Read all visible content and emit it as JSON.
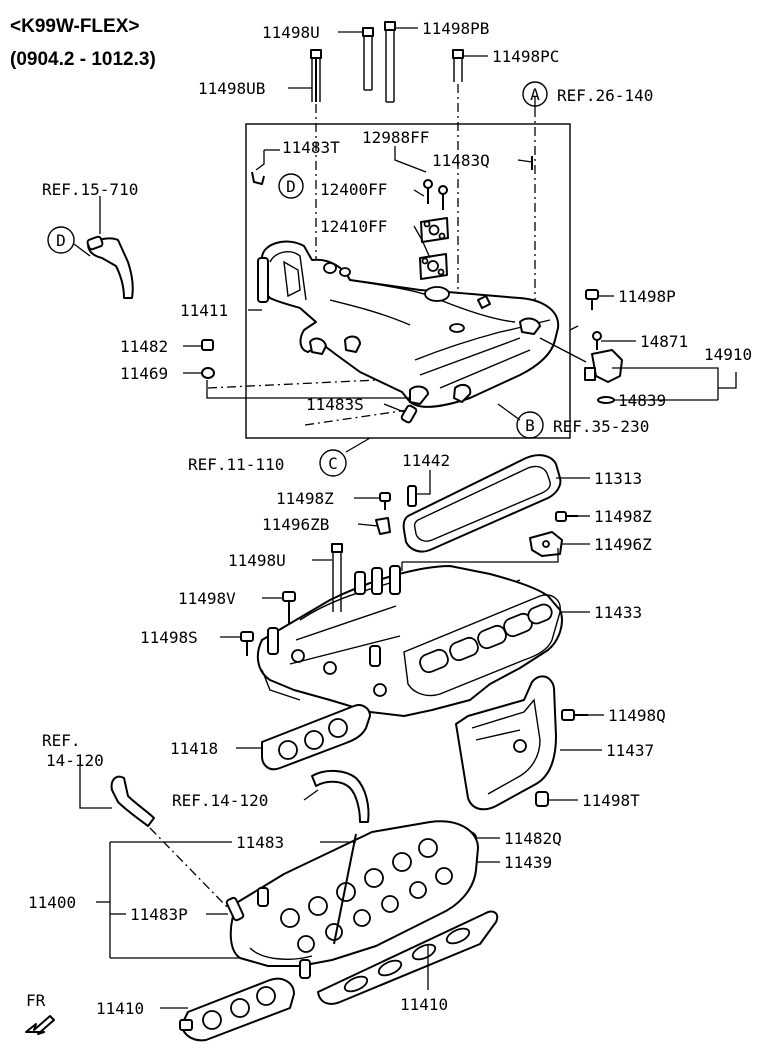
{
  "header": {
    "model": "<K99W-FLEX>",
    "range": "(0904.2 - 1012.3)"
  },
  "callouts": [
    "11498U",
    "11498PB",
    "11498PC",
    "11498UB",
    "11483T",
    "12988FF",
    "11483Q",
    "12400FF",
    "12410FF",
    "11411",
    "11482",
    "11469",
    "11483S",
    "11498P",
    "14871",
    "14910",
    "14839",
    "11442",
    "11313",
    "11498Z",
    "11496ZB",
    "11498Z",
    "11496Z",
    "11498U",
    "11498V",
    "11433",
    "11498S",
    "11498Q",
    "11418",
    "11437",
    "11498T",
    "11483",
    "11482Q",
    "11439",
    "11400",
    "11483P",
    "11410",
    "11410"
  ],
  "refs": {
    "a": "REF.26-140",
    "ref_15": "REF.15-710",
    "b": "REF.35-230",
    "c": "REF.11-110",
    "ref_14_top": "REF.",
    "ref_14_bottom": "14-120",
    "ref_14_side": "REF.14-120"
  },
  "circle_letters": [
    "A",
    "B",
    "C",
    "D",
    "D"
  ],
  "direction": {
    "label": "FR"
  }
}
